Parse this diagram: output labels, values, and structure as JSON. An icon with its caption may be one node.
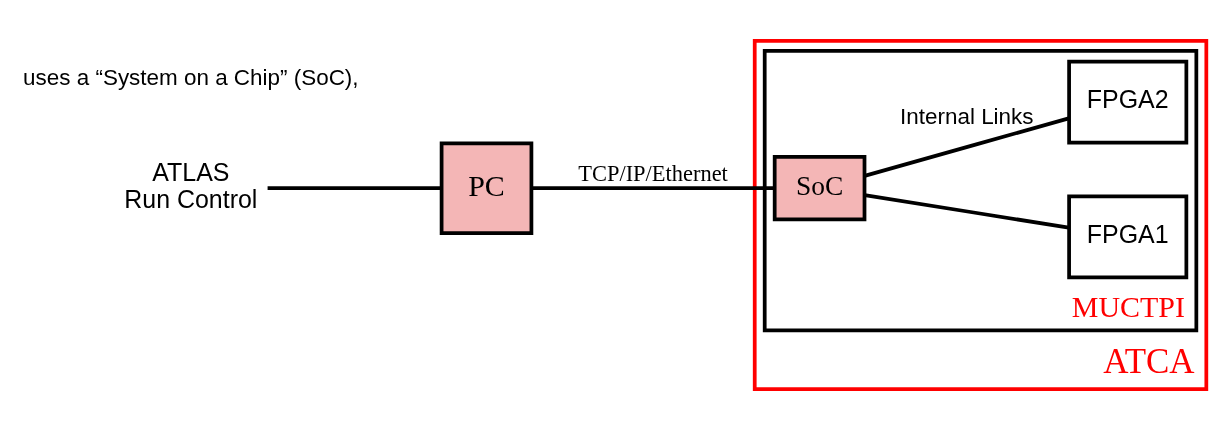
{
  "diagram": {
    "nodes": [
      {
        "text": [
          "ATCA"
        ]
      },
      {
        "text": [
          "MUCTPI"
        ],
        "in": 0
      },
      {
        "text": [
          "ATLAS",
          "Run Control"
        ]
      },
      {
        "text": [
          "PC"
        ]
      },
      {
        "text": [
          "SoC"
        ],
        "in": 1
      },
      {
        "text": [
          "FPGA1"
        ],
        "in": 1
      },
      {
        "text": [
          "FPGA2"
        ],
        "in": 1
      }
    ],
    "edges": [
      {
        "from": 2,
        "to": 3,
        "arrow": "none"
      },
      {
        "from": 3,
        "to": 4,
        "arrow": "none",
        "label": "TCP/IP/Ethernet"
      },
      {
        "from": 4,
        "to": 5,
        "arrow": "none"
      },
      {
        "from": 4,
        "to": 6,
        "arrow": "none",
        "label": "Internal Links"
      }
    ],
    "labels": [
      "uses a “System on a Chip” (SoC),"
    ]
  }
}
